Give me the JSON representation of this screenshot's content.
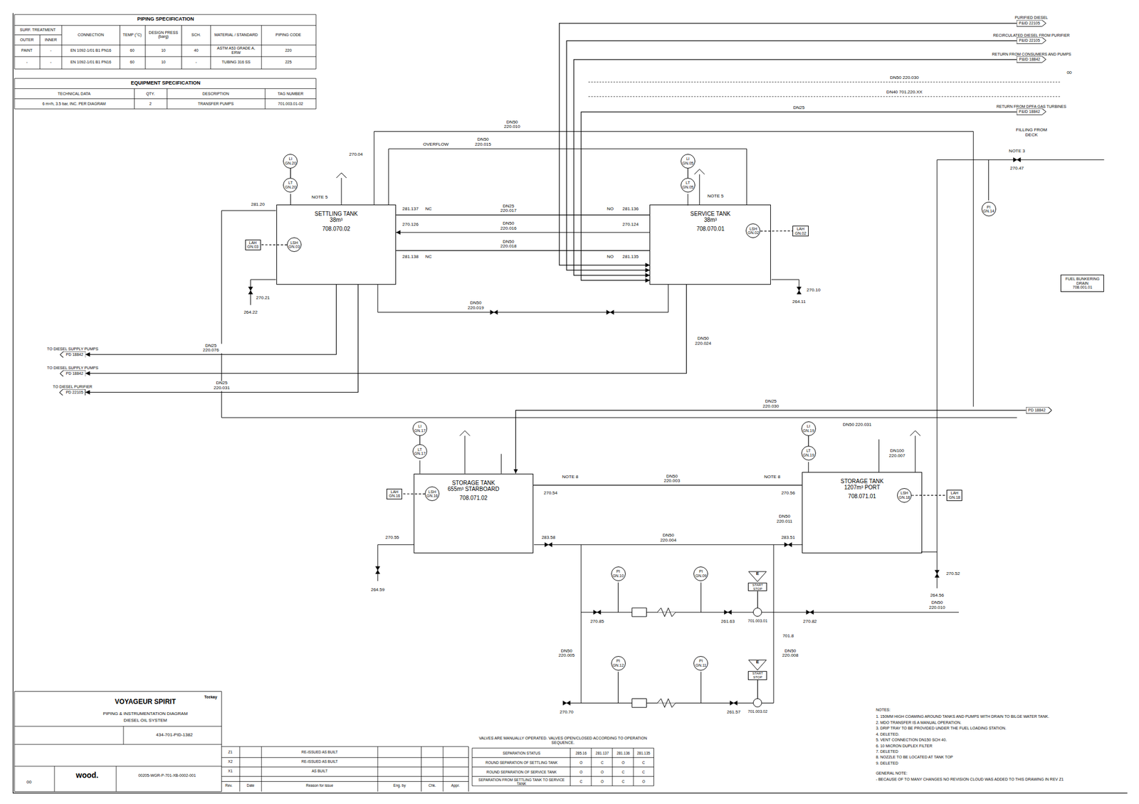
{
  "diagram": {
    "nodes": [
      {
        "text": [
          "SETTLING TANK 38m³",
          "708.070.02"
        ]
      },
      {
        "text": [
          "SERVICE TANK 38m³",
          "708.070.01"
        ]
      },
      {
        "text": [
          "STORAGE TANK 655m³ STARBOARD",
          "708.071.02"
        ]
      },
      {
        "text": [
          "STORAGE TANK 1207m³ PORT",
          "708.071.01"
        ]
      },
      {
        "text": [
          "LSH",
          "GN.03"
        ],
        "in": 0
      },
      {
        "text": [
          "LSH",
          "GN.02"
        ],
        "in": 1
      },
      {
        "text": [
          "LSH",
          "GN.16"
        ],
        "in": 2
      },
      {
        "text": [
          "LSH",
          "GN.18"
        ],
        "in": 3
      },
      {
        "text": [
          "LAH",
          "GN.03"
        ]
      },
      {
        "text": [
          "LAH",
          "GN.02"
        ]
      },
      {
        "text": [
          "LAH",
          "GN.16"
        ]
      },
      {
        "text": [
          "LAH",
          "GN.18"
        ]
      },
      {
        "text": [
          "LI",
          "GN.20"
        ]
      },
      {
        "text": [
          "LT",
          "GN.20"
        ]
      },
      {
        "text": [
          "LI",
          "GN.05"
        ]
      },
      {
        "text": [
          "LT",
          "GN.05"
        ]
      },
      {
        "text": [
          "LI",
          "GN.17"
        ]
      },
      {
        "text": [
          "LT",
          "GN.17"
        ]
      },
      {
        "text": [
          "LI",
          "GN.19"
        ]
      },
      {
        "text": [
          "LT",
          "GN.19"
        ]
      },
      {
        "text": [
          "PI",
          "GN.10"
        ]
      },
      {
        "text": [
          "PI",
          "GN.09"
        ]
      },
      {
        "text": [
          "PI",
          "GN.12"
        ]
      },
      {
        "text": [
          "PI",
          "GN.11"
        ]
      },
      {
        "text": [
          "PI",
          "GN.14"
        ]
      },
      {
        "text": [
          "E",
          "START STOP"
        ]
      },
      {
        "text": [
          "E",
          "START STOP"
        ]
      },
      {
        "text": [
          "701.003.01"
        ]
      },
      {
        "text": [
          "701.003.02"
        ]
      },
      {
        "text": [
          "PURIFIED DIESEL",
          "P&ID 22105"
        ]
      },
      {
        "text": [
          "RECIRCULATED DIESEL FROM PURIFIER",
          "P&ID 22105"
        ]
      },
      {
        "text": [
          "RETURN FROM CONSUMERS AND PUMPS",
          "P&ID 18842"
        ]
      },
      {
        "text": [
          "RETURN FROM DPFA GAS TURBINES",
          "P&ID 18842"
        ]
      },
      {
        "text": [
          "TO DIESEL SUPPLY PUMPS",
          "PD 18842"
        ]
      },
      {
        "text": [
          "TO DIESEL SUPPLY PUMPS",
          "PD 18842"
        ]
      },
      {
        "text": [
          "TO DIESEL PURIFIER",
          "PD 22105"
        ]
      },
      {
        "text": [
          "PD 18842"
        ]
      },
      {
        "text": [
          "FUEL BUNKERING DRAIN",
          "708.001.01"
        ]
      }
    ],
    "edges": [
      {
        "from": 0,
        "to": 1,
        "arrow": "none",
        "label": "DN25 220.017"
      },
      {
        "from": 1,
        "to": 0,
        "arrow": "to",
        "label": "DN50 220.016"
      },
      {
        "from": 0,
        "to": 1,
        "arrow": "none",
        "label": "DN50 220.018"
      },
      {
        "from": 2,
        "to": 3,
        "arrow": "none",
        "label": "DN50 220.003"
      },
      {
        "from": 4,
        "to": 8,
        "arrow": "none"
      },
      {
        "from": 5,
        "to": 9,
        "arrow": "none"
      },
      {
        "from": 6,
        "to": 10,
        "arrow": "none"
      },
      {
        "from": 7,
        "to": 11,
        "arrow": "none"
      },
      {
        "from": 13,
        "to": 12,
        "arrow": "none"
      },
      {
        "from": 15,
        "to": 14,
        "arrow": "none"
      },
      {
        "from": 17,
        "to": 16,
        "arrow": "none"
      },
      {
        "from": 19,
        "to": 18,
        "arrow": "none"
      },
      {
        "from": 25,
        "to": 27,
        "arrow": "none"
      },
      {
        "from": 26,
        "to": 28,
        "arrow": "none"
      },
      {
        "from": 29,
        "to": 1,
        "arrow": "to"
      },
      {
        "from": 30,
        "to": 1,
        "arrow": "to"
      },
      {
        "from": 31,
        "to": 1,
        "arrow": "to"
      },
      {
        "from": 32,
        "to": 1,
        "arrow": "to",
        "label": "DN25"
      },
      {
        "from": 0,
        "to": 33,
        "arrow": "to",
        "label": "DN25 220.076"
      },
      {
        "from": 1,
        "to": 34,
        "arrow": "to"
      },
      {
        "from": 0,
        "to": 35,
        "arrow": "to",
        "label": "DN25 220.031"
      },
      {
        "from": 36,
        "to": 2,
        "arrow": "to",
        "label": "DN25 220.030"
      }
    ],
    "labels": [
      "PIPING SPECIFICATION",
      "PIPING CODE",
      "MATERIAL / STANDARD",
      "SCH.",
      "DESIGN PRESS (barg)",
      "TEMP (°C)",
      "CONNECTION",
      "SURF. TREATMENT",
      "INNER",
      "OUTER",
      "220",
      "ASTM A53 GRADE A, ERW",
      "40",
      "10",
      "60",
      "EN 1092-1/01 B1 PN16",
      "-",
      "PAINT",
      "225",
      "TUBING 316 SS",
      "-",
      "10",
      "60",
      "EN 1092-1/01 B1 PN16",
      "-",
      "-",
      "EQUIPMENT SPECIFICATION",
      "TAG NUMBER",
      "DESCRIPTION",
      "QTY.",
      "TECHNICAL DATA",
      "701.003.01-02",
      "TRANSFER PUMPS",
      "2",
      "6 m³/h, 3.5 bar, INC. PER DIAGRAM",
      "FILLING FROM DECK",
      "NOTE 3",
      "270.47",
      "270.04",
      "NOTE 5",
      "NOTE 5",
      "281.20",
      "270.21",
      "264.22",
      "281.137",
      "NC",
      "270.126",
      "281.138",
      "NC",
      "NO",
      "281.136",
      "270.124",
      "NO",
      "281.135",
      "270.10",
      "264.11",
      "DN50 220.010",
      "OVERFLOW",
      "DN50 220.015",
      "DN50 220.030",
      "DN40 701.220.XX",
      "00",
      "DN50 220.019",
      "DN50 220.024",
      "DN50 220.031",
      "NOTE 8",
      "NOTE 8",
      "270.54",
      "270.56",
      "283.58",
      "283.51",
      "DN50 220.004",
      "270.55",
      "264.59",
      "270.52",
      "264.56",
      "DN50 220.011",
      "DN100 220.007",
      "270.85",
      "261.63",
      "270.82",
      "701.8",
      "DN50 220.010",
      "270.70",
      "261.57",
      "DN50 220.005",
      "DN50 220.008",
      "VALVES ARE MANUALLY OPERATED. VALVES OPEN/CLOSED ACCORDING TO OPERATION SEQUENCE.",
      "SEPARATION STATUS",
      "285.16",
      "281.137",
      "281.136",
      "281.135",
      "ROUND SEPARATION OF SETTLING TANK",
      "O",
      "C",
      "O",
      "C",
      "ROUND SEPARATION OF SERVICE TANK",
      "O",
      "O",
      "C",
      "C",
      "SEPARATION FROM SETTLING TANK TO SERVICE TANK",
      "C",
      "O",
      "C",
      "O",
      "NOTES:",
      "1. 150MM HIGH COAMING AROUND TANKS AND PUMPS WITH DRAIN TO BILGE WATER TANK.",
      "2. MDO TRANSFER IS A MANUAL OPERATION.",
      "3. DRIP TRAY TO BE PROVIDED UNDER THE FUEL LOADING STATION.",
      "4. DELETED.",
      "5. VENT CONNECTION DN150 SCH 40.",
      "6. 10 MICRON DUPLEX FILTER",
      "7. DELETED",
      "8. NOZZLE TO BE LOCATED AT TANK TOP",
      "9. DELETED",
      "GENERAL NOTE:",
      "- BECAUSE OF TO MANY CHANGES NO REVISION CLOUD WAS ADDED TO THIS DRAWING IN REV Z1",
      "VOYAGEUR SPIRIT",
      "PIPING & INSTRUMENTATION DIAGRAM",
      "DIESEL OIL SYSTEM",
      "434-701-PID-1382",
      "Teekay",
      "wood.",
      "00205-WGR-P-701-XB-0002-001",
      "00",
      "Rev.",
      "Date",
      "Reason for issue",
      "Eng. by",
      "Chk.",
      "Appr.",
      "Z1",
      "RE-ISSUED AS BUILT",
      "X2",
      "RE-ISSUED AS BUILT",
      "X1",
      "AS BUILT"
    ]
  }
}
